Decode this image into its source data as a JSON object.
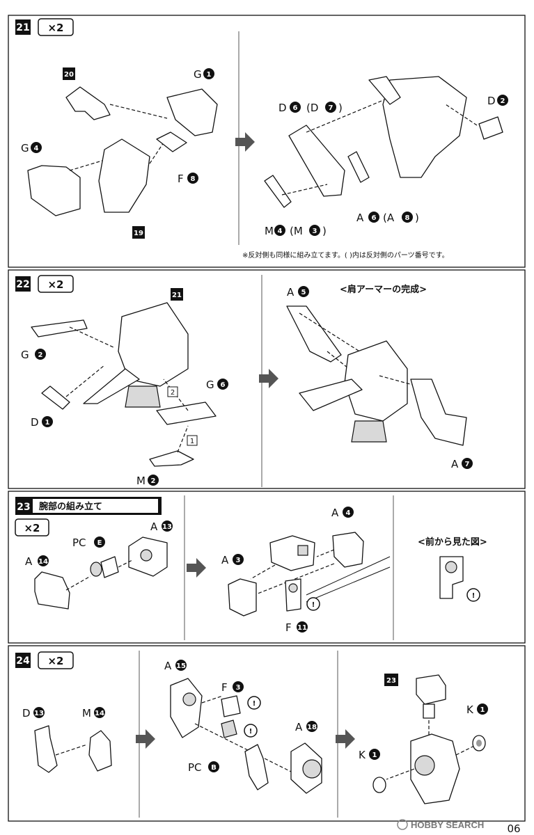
{
  "page_number": "06",
  "watermark": "HOBBY SEARCH",
  "steps": [
    {
      "number": "21",
      "multiplier": "×2",
      "note": "※反対側も同様に組み立てます。( )内は反対側のパーツ番号です。"
    },
    {
      "number": "22",
      "multiplier": "×2",
      "heading": "<肩アーマーの完成>"
    },
    {
      "number": "23",
      "title": "腕部の組み立て",
      "multiplier": "×2",
      "front_view_label": "<前から見た図>"
    },
    {
      "number": "24",
      "multiplier": "×2"
    }
  ],
  "sub_assembly_refs": [
    "20",
    "19",
    "21",
    "23"
  ],
  "part_labels": {
    "s21_g1": [
      "G",
      "1"
    ],
    "s21_g4": [
      "G",
      "4"
    ],
    "s21_f8": [
      "F",
      "8"
    ],
    "s21_d6": [
      "D",
      "6",
      "(D",
      "7",
      ")"
    ],
    "s21_d2": [
      "D",
      "2"
    ],
    "s21_m4": [
      "M",
      "4",
      "(M",
      "3",
      ")"
    ],
    "s21_a6": [
      "A",
      "6",
      "(A",
      "8",
      ")"
    ],
    "s22_g2": [
      "G",
      "2"
    ],
    "s22_d1": [
      "D",
      "1"
    ],
    "s22_g6": [
      "G",
      "6"
    ],
    "s22_m2": [
      "M",
      "2"
    ],
    "s22_a5": [
      "A",
      "5"
    ],
    "s22_a7": [
      "A",
      "7"
    ],
    "s23_a13": [
      "A",
      "13"
    ],
    "s23_pce": [
      "PC",
      "E"
    ],
    "s23_a14": [
      "A",
      "14"
    ],
    "s23_a4": [
      "A",
      "4"
    ],
    "s23_a3": [
      "A",
      "3"
    ],
    "s23_f11": [
      "F",
      "11"
    ],
    "s24_d13": [
      "D",
      "13"
    ],
    "s24_m14": [
      "M",
      "14"
    ],
    "s24_a15": [
      "A",
      "15"
    ],
    "s24_f3": [
      "F",
      "3"
    ],
    "s24_pcb": [
      "PC",
      "B"
    ],
    "s24_a18": [
      "A",
      "18"
    ],
    "s24_k1a": [
      "K",
      "1"
    ],
    "s24_k1b": [
      "K",
      "1"
    ]
  },
  "order_marks": [
    "1",
    "2"
  ],
  "caution_mark": "!"
}
